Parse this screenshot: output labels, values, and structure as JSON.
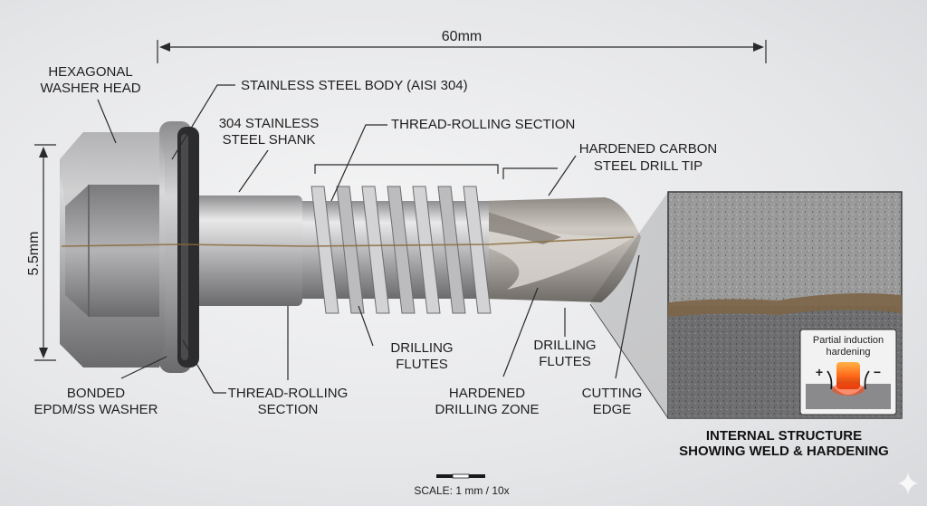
{
  "dimensions": {
    "length": "60mm",
    "diameter": "5.5mm"
  },
  "labels": {
    "hex_head": [
      "HEXAGONAL",
      "WASHER HEAD"
    ],
    "body": [
      "STAINLESS STEEL BODY (AISI 304)"
    ],
    "shank": [
      "304 STAINLESS",
      "STEEL SHANK"
    ],
    "thread_top": [
      "THREAD-ROLLING SECTION"
    ],
    "drill_tip": [
      "HARDENED CARBON",
      "STEEL DRILL TIP"
    ],
    "washer": [
      "BONDED",
      "EPDM/SS WASHER"
    ],
    "thread_bottom": [
      "THREAD-ROLLING",
      "SECTION"
    ],
    "flutes_1": [
      "DRILLING",
      "FLUTES"
    ],
    "drill_zone": [
      "HARDENED",
      "DRILLING ZONE"
    ],
    "flutes_2": [
      "DRILLING",
      "FLUTES"
    ],
    "cutting_edge": [
      "CUTTING",
      "EDGE"
    ]
  },
  "inset": {
    "caption": [
      "INTERNAL STRUCTURE",
      "SHOWING WELD & HARDENING"
    ],
    "detail_title": [
      "Partial induction",
      "hardening"
    ],
    "plus": "+",
    "minus": "−"
  },
  "scale": {
    "text": "SCALE: 1 mm / 10x"
  },
  "colors": {
    "steel_light": "#e4e4e4",
    "steel_dark": "#6e6e6e",
    "weld": "#8a6a3a",
    "heat": "#ff6a1a"
  }
}
